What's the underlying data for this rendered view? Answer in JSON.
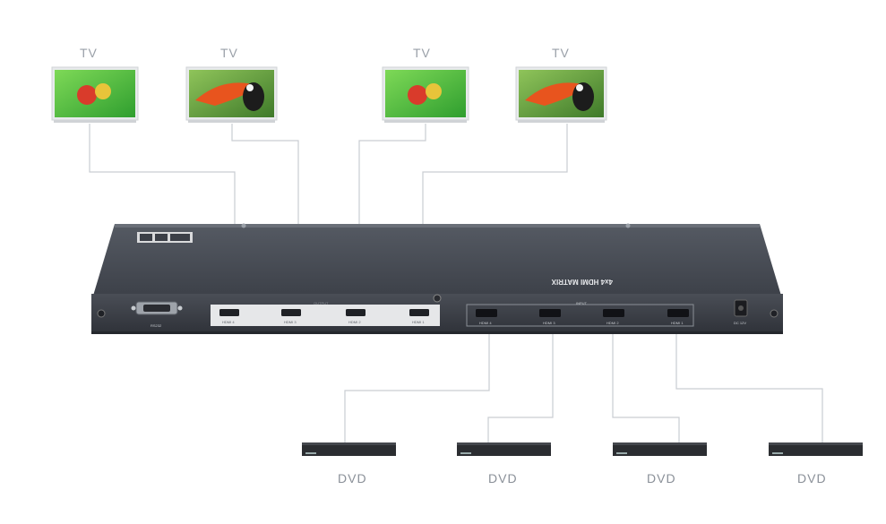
{
  "tvs": [
    {
      "label": "TV",
      "screen": "apples-icon"
    },
    {
      "label": "TV",
      "screen": "toucan-icon"
    },
    {
      "label": "TV",
      "screen": "apples-icon"
    },
    {
      "label": "TV",
      "screen": "toucan-icon"
    }
  ],
  "dvds": [
    {
      "label": "DVD"
    },
    {
      "label": "DVD"
    },
    {
      "label": "DVD"
    },
    {
      "label": "DVD"
    }
  ],
  "device": {
    "model": "4x4 HDMI MATRIX",
    "rs232_label": "RS232",
    "output_group_label": "OUTPUT",
    "input_group_label": "INPUT",
    "outputs": [
      "HDMI 4",
      "HDMI 3",
      "HDMI 2",
      "HDMI 1"
    ],
    "inputs": [
      "HDMI 4",
      "HDMI 3",
      "HDMI 2",
      "HDMI 1"
    ],
    "power_label": "DC 12V"
  },
  "colors": {
    "body": "#3b3f47",
    "top": "#4a4e56",
    "panel_light": "#e8e8ea",
    "cable": "#c9cdd2"
  }
}
